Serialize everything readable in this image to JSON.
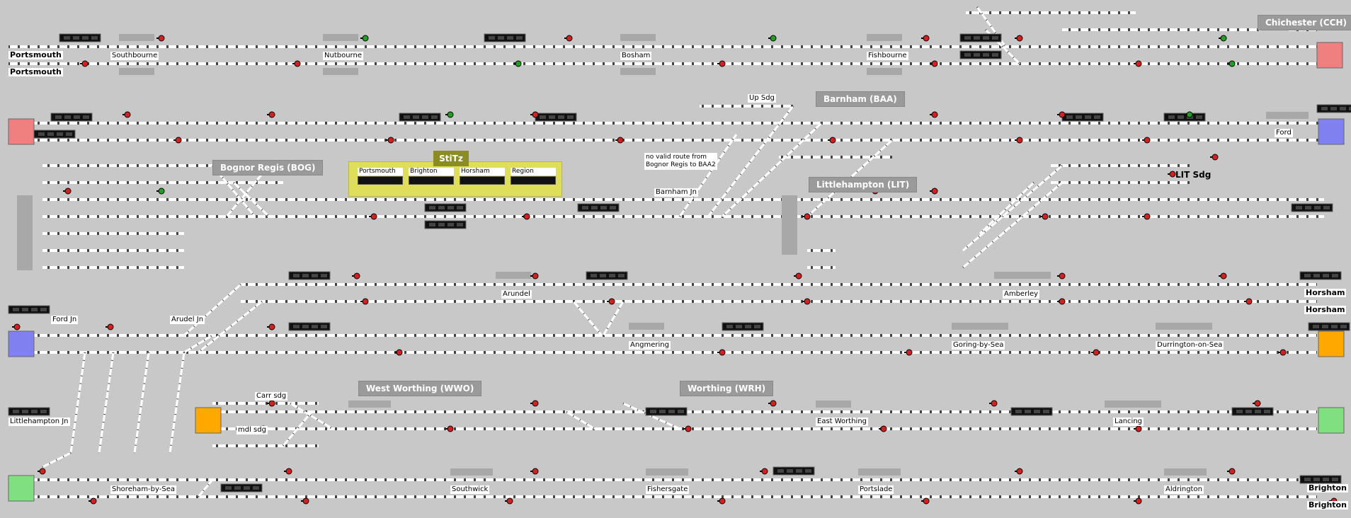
{
  "colors": {
    "background": "#c8c8c8",
    "track": "#ffffff",
    "signal_red": "#d42020",
    "signal_green": "#20a020",
    "berth": "#111111",
    "boundary_portsmouth": "#f08080",
    "boundary_ford": "#8080f0",
    "boundary_horsham": "#ffa800",
    "boundary_brighton": "#80e080",
    "stitz_panel": "#dede5a"
  },
  "edges": {
    "portsmouth_upper": "Portsmouth",
    "portsmouth_lower": "Portsmouth",
    "horsham_upper": "Horsham",
    "horsham_lower": "Horsham",
    "brighton_upper": "Brighton",
    "brighton_lower": "Brighton"
  },
  "stations": {
    "southbourne": "Southbourne",
    "nutbourne": "Nutbourne",
    "bosham": "Bosham",
    "fishbourne": "Fishbourne",
    "ford": "Ford",
    "up_sdg": "Up Sdg",
    "barnham_jn": "Barnham Jn",
    "lit_sdg": "LIT Sdg",
    "ford_jn": "Ford Jn",
    "arudel_jn": "Arudel Jn",
    "arundel": "Arundel",
    "amberley": "Amberley",
    "angmering": "Angmering",
    "goring": "Goring-by-Sea",
    "durrington": "Durrington-on-Sea",
    "carr_sdg": "Carr sdg",
    "mdl_sdg": "mdl sdg",
    "east_worthing": "East Worthing",
    "lancing": "Lancing",
    "littlehampton_jn": "Littlehampton Jn",
    "shoreham": "Shoreham-by-Sea",
    "southwick": "Southwick",
    "fishersgate": "Fishersgate",
    "portslade": "Portslade",
    "aldrington": "Aldrington"
  },
  "areas": {
    "chichester": "Chichester (CCH)",
    "barnham": "Barnham (BAA)",
    "bognor": "Bognor Regis (BOG)",
    "littlehampton": "Littlehampton (LIT)",
    "west_worthing": "West Worthing (WWO)",
    "worthing": "Worthing (WRH)"
  },
  "stitz": {
    "title": "StiTz",
    "items": [
      "Portsmouth",
      "Brighton",
      "Horsham",
      "Region"
    ]
  },
  "note": {
    "line1": "no valid route from",
    "line2": "Bognor Regis to BAA2"
  }
}
